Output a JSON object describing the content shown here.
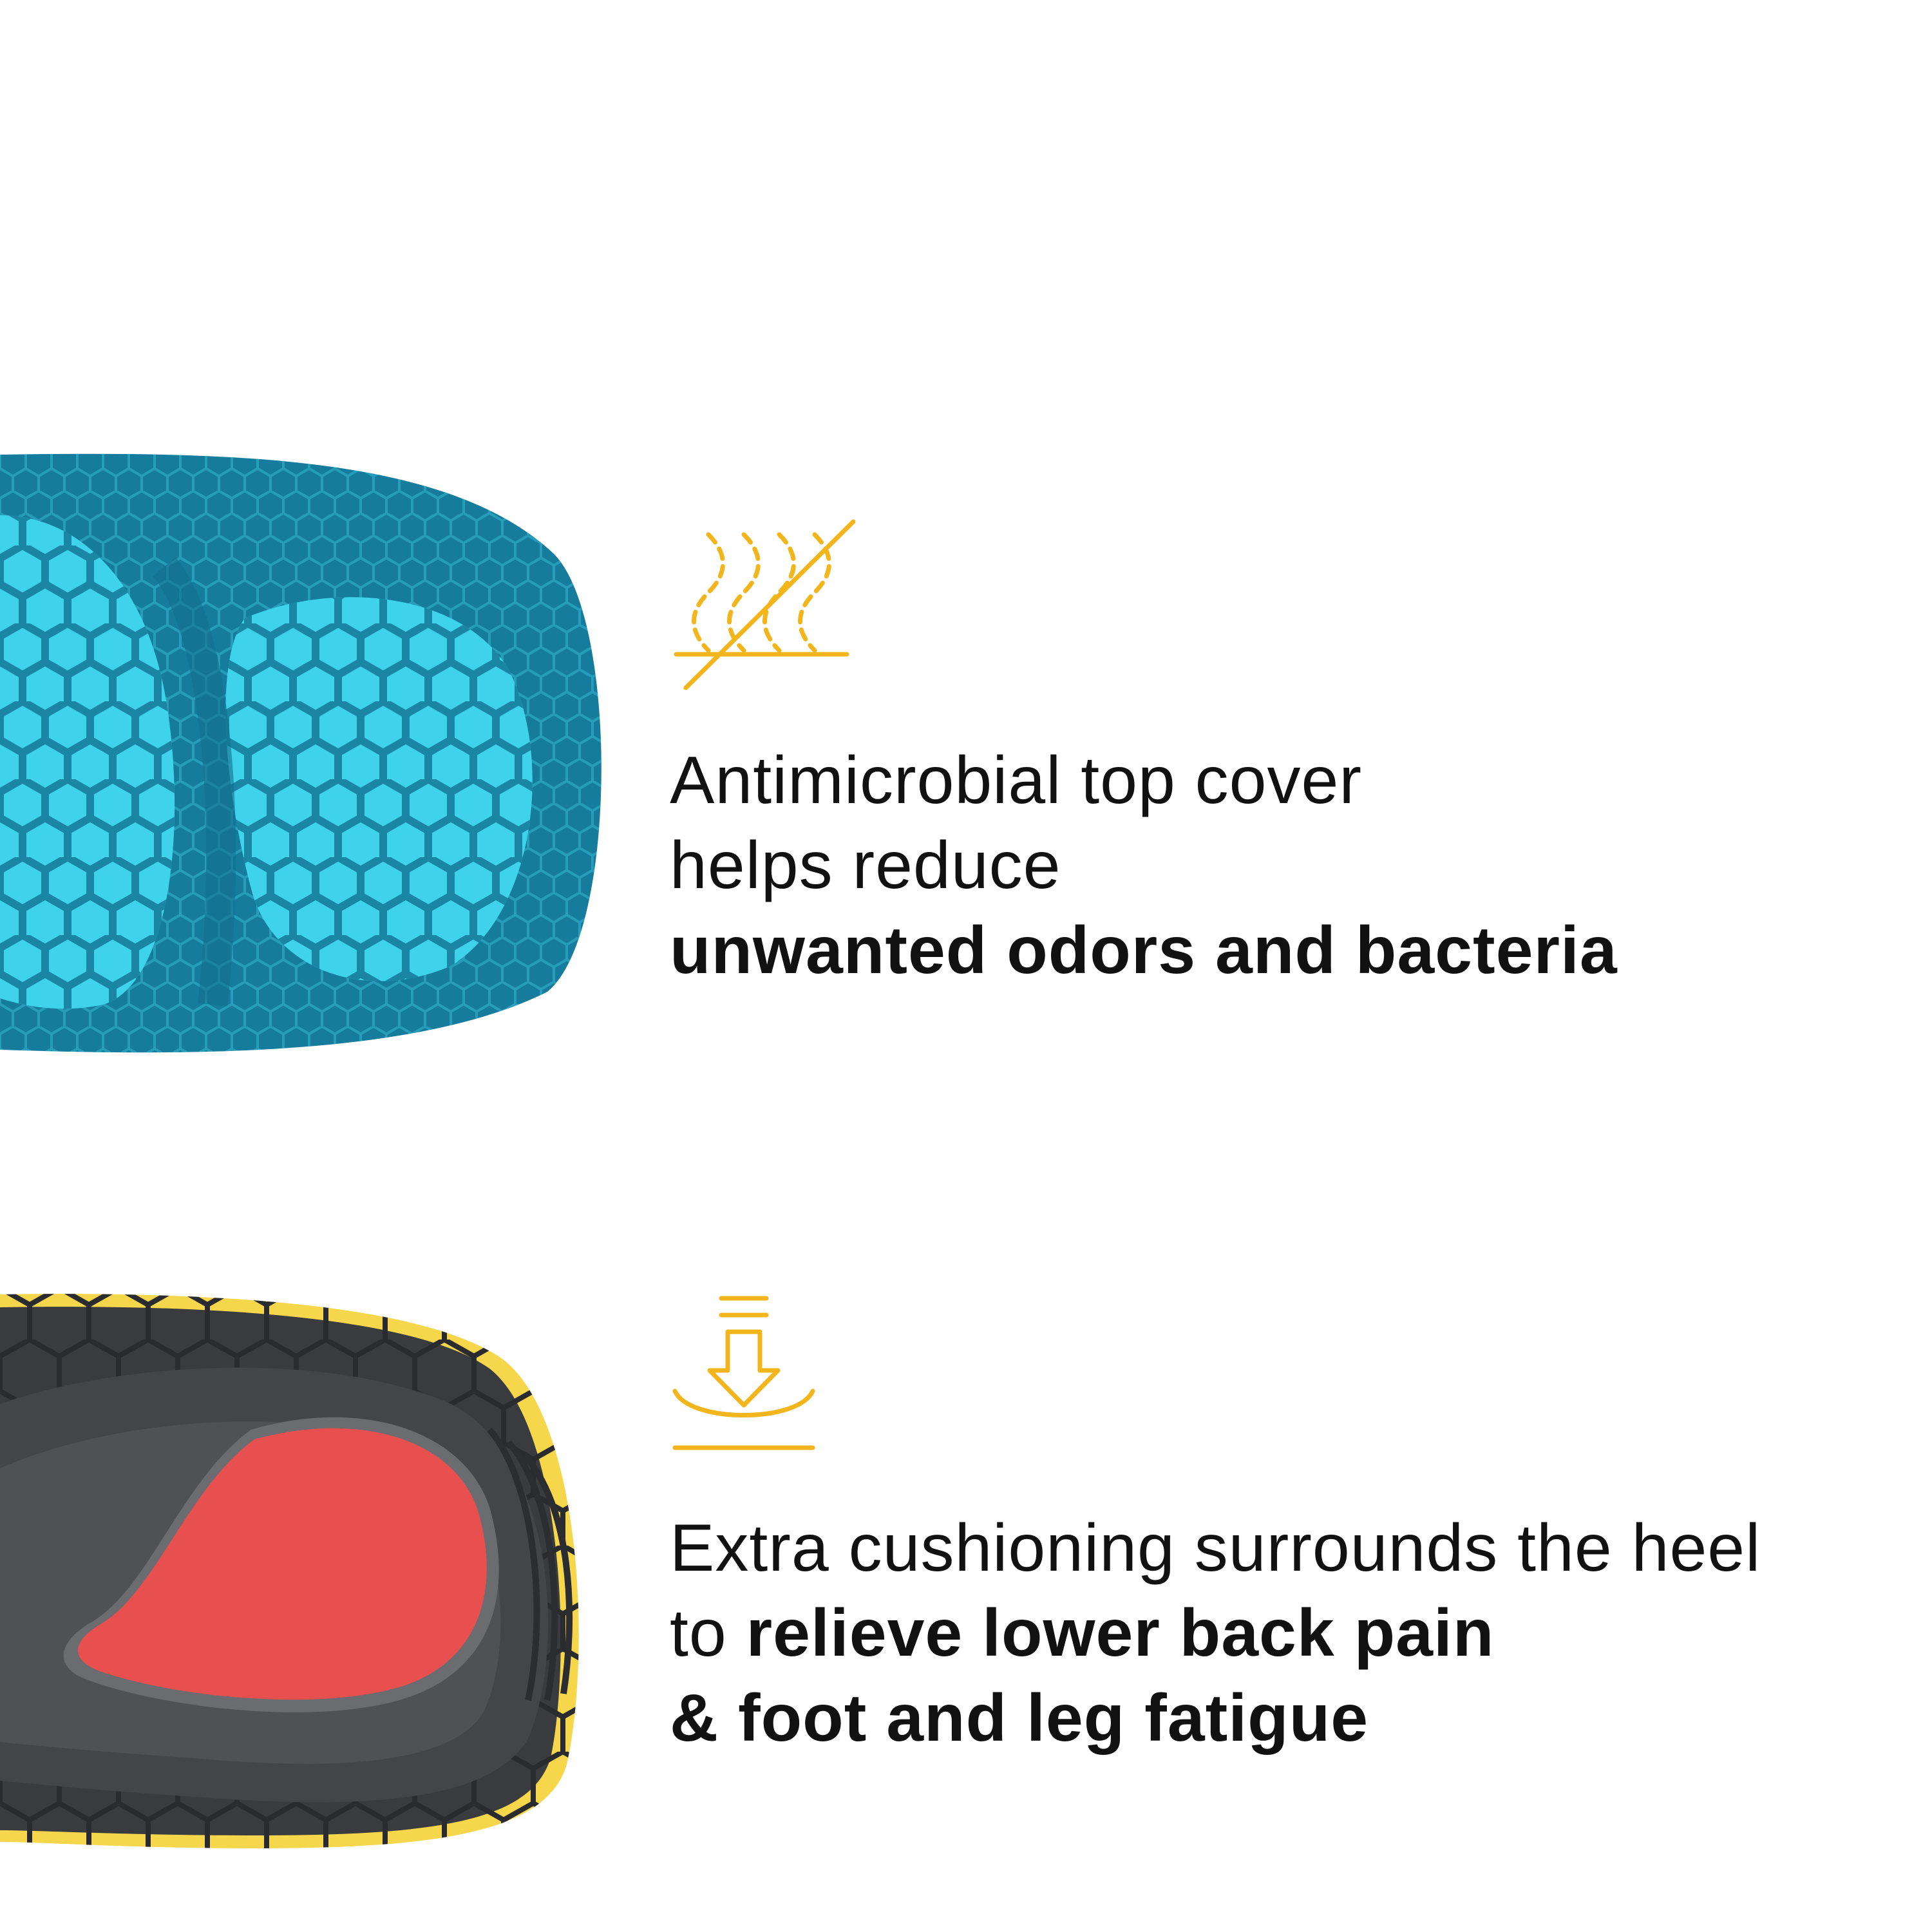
{
  "colors": {
    "background": "#ffffff",
    "text": "#111111",
    "icon_accent": "#f2b51c",
    "top_cover_base": "#157c9d",
    "top_cover_pattern": "#3fd3ea",
    "insole_shell": "#3a3b3e",
    "insole_rim": "#f6d64a",
    "heel_cushion": "#e85050"
  },
  "icons": {
    "antimicrobial": "no-odor-vapor-icon",
    "cushioning": "press-down-cushion-icon"
  },
  "features": [
    {
      "line1": "Antimicrobial top cover",
      "line2": "helps reduce",
      "line3_bold": "unwanted odors and bacteria"
    },
    {
      "line1": "Extra cushioning surrounds the heel",
      "line2_regular": "to ",
      "line2_bold": "relieve lower back pain",
      "line3_bold": "& foot and leg fatigue"
    }
  ]
}
